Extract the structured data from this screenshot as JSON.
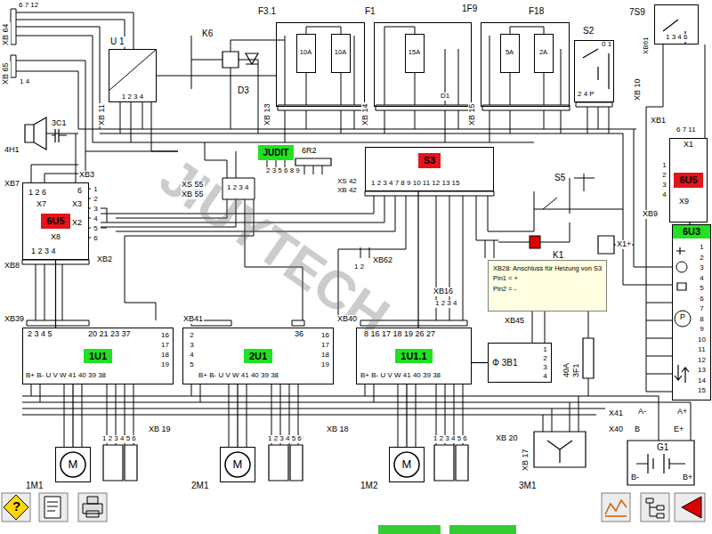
{
  "diagram": {
    "nodes": [
      {
        "text": [
          "U 1",
          "1 2 3 4"
        ]
      },
      {
        "text": [
          "F3.1"
        ]
      },
      {
        "text": [
          "10A"
        ],
        "in": 1
      },
      {
        "text": [
          "10A"
        ],
        "in": 1
      },
      {
        "text": [
          "F1"
        ]
      },
      {
        "text": [
          "15A"
        ],
        "in": 4
      },
      {
        "text": [
          "F18"
        ]
      },
      {
        "text": [
          "5A"
        ],
        "in": 6
      },
      {
        "text": [
          "2A"
        ],
        "in": 6
      },
      {
        "text": [
          "S2"
        ]
      },
      {
        "text": [
          "7S9"
        ]
      },
      {
        "text": [
          "6U5"
        ]
      },
      {
        "text": [
          "JUDIT"
        ]
      },
      {
        "text": [
          "S3"
        ]
      },
      {
        "text": [
          "6U5"
        ]
      },
      {
        "text": [
          "6U3"
        ]
      },
      {
        "text": [
          "XB28: Anschluss für Heizung von S3",
          "Pin1 = +",
          "Pin2 = -"
        ]
      },
      {
        "text": [
          "1U1"
        ]
      },
      {
        "text": [
          "2U1"
        ]
      },
      {
        "text": [
          "1U1.1"
        ]
      },
      {
        "text": [
          "Φ 3B1"
        ]
      },
      {
        "text": [
          "M"
        ]
      },
      {
        "text": [
          "M"
        ]
      },
      {
        "text": [
          "M"
        ]
      }
    ],
    "edges": [
      {
        "from": 11,
        "to": 17,
        "arrow": "none"
      },
      {
        "from": 17,
        "to": 21,
        "arrow": "none"
      },
      {
        "from": 18,
        "to": 22,
        "arrow": "none"
      },
      {
        "from": 19,
        "to": 23,
        "arrow": "none"
      },
      {
        "from": 13,
        "to": 19,
        "arrow": "none"
      },
      {
        "from": 14,
        "to": 15,
        "arrow": "none"
      },
      {
        "from": 19,
        "to": 20,
        "arrow": "none"
      },
      {
        "from": 0,
        "to": 1,
        "arrow": "none"
      }
    ],
    "labels": [
      "XB 64",
      "6 7 12",
      "XB 65",
      "1 4",
      "4H1",
      "3C1",
      "XB 11",
      "K6",
      "D3",
      "XB 13",
      "XB 14",
      "1F9",
      "XB 15",
      "XB 10",
      "XB61",
      "1 3 4 6",
      "XB1",
      "6 7 11",
      "X1",
      "X9",
      "1 2 3 4",
      "XB9",
      "XS 55",
      "XB 55",
      "1 2 3 4",
      "2 3 5 6 8 9",
      "6R2",
      "XS 42",
      "XB 42",
      "1 2 3 4 7 8 9 10 11 12 13 15",
      "S5",
      "K1",
      "X1+",
      "XB62",
      "1 2",
      "XB3",
      "XB7",
      "1 2 6",
      "6",
      "X7",
      "X3",
      "X2",
      "1 2 3 4 5 6",
      "X8",
      "1 2 3 4",
      "XB8",
      "XB2",
      "XB39",
      "2 3 4 5",
      "20 21 23 37",
      "16 17 18 19",
      "B+ B- U V W 41 40 39 38",
      "XB41",
      "36",
      "2 3 4 5",
      "16 17 18 19",
      "B+ B- U V W 41 40 39 38",
      "XB40",
      "8 16 17 18 19 26 27",
      "XB16",
      "1 2 3 4",
      "B+ B- U V W 41 40 39 38",
      "XB45",
      "1 2 3 4",
      "40A",
      "3F1",
      "XB 19",
      "XB 18",
      "XB 20",
      "1 2 3 4 5 6",
      "1 2 3 4 5 6",
      "1 2 3 4 5 6",
      "1M1",
      "2M1",
      "1M2",
      "XB 17",
      "3M1",
      "X41",
      "X40",
      "A-",
      "A+",
      "B",
      "E+",
      "G1",
      "B-",
      "B+",
      "JIUYTECH",
      "0 1",
      "2 4 P",
      "D1",
      "?",
      "P",
      "1 2 3 4 5 6 7 8 9 10 11 12 13 14 15"
    ]
  }
}
